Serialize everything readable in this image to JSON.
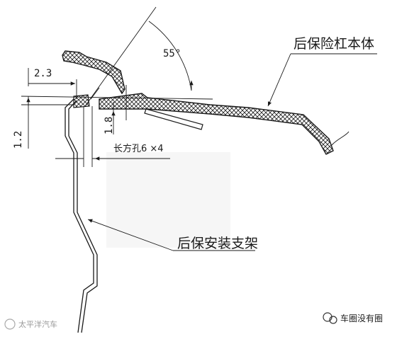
{
  "diagram": {
    "label_bumper_body": "后保险杠本体",
    "label_bracket": "后保安装支架",
    "angle_label": "55°",
    "dim_horizontal": "2.3",
    "dim_vertical_left": "1.2",
    "dim_vertical_mid": "1.8",
    "slot_label": "长方孔6 ×4"
  },
  "watermark": {
    "left": "太平洋汽车",
    "right": "车圈没有圈"
  },
  "colors": {
    "line": "#1a1a1a",
    "hatch_fill": "#ffffff",
    "highlight": "#f4f4f4"
  }
}
